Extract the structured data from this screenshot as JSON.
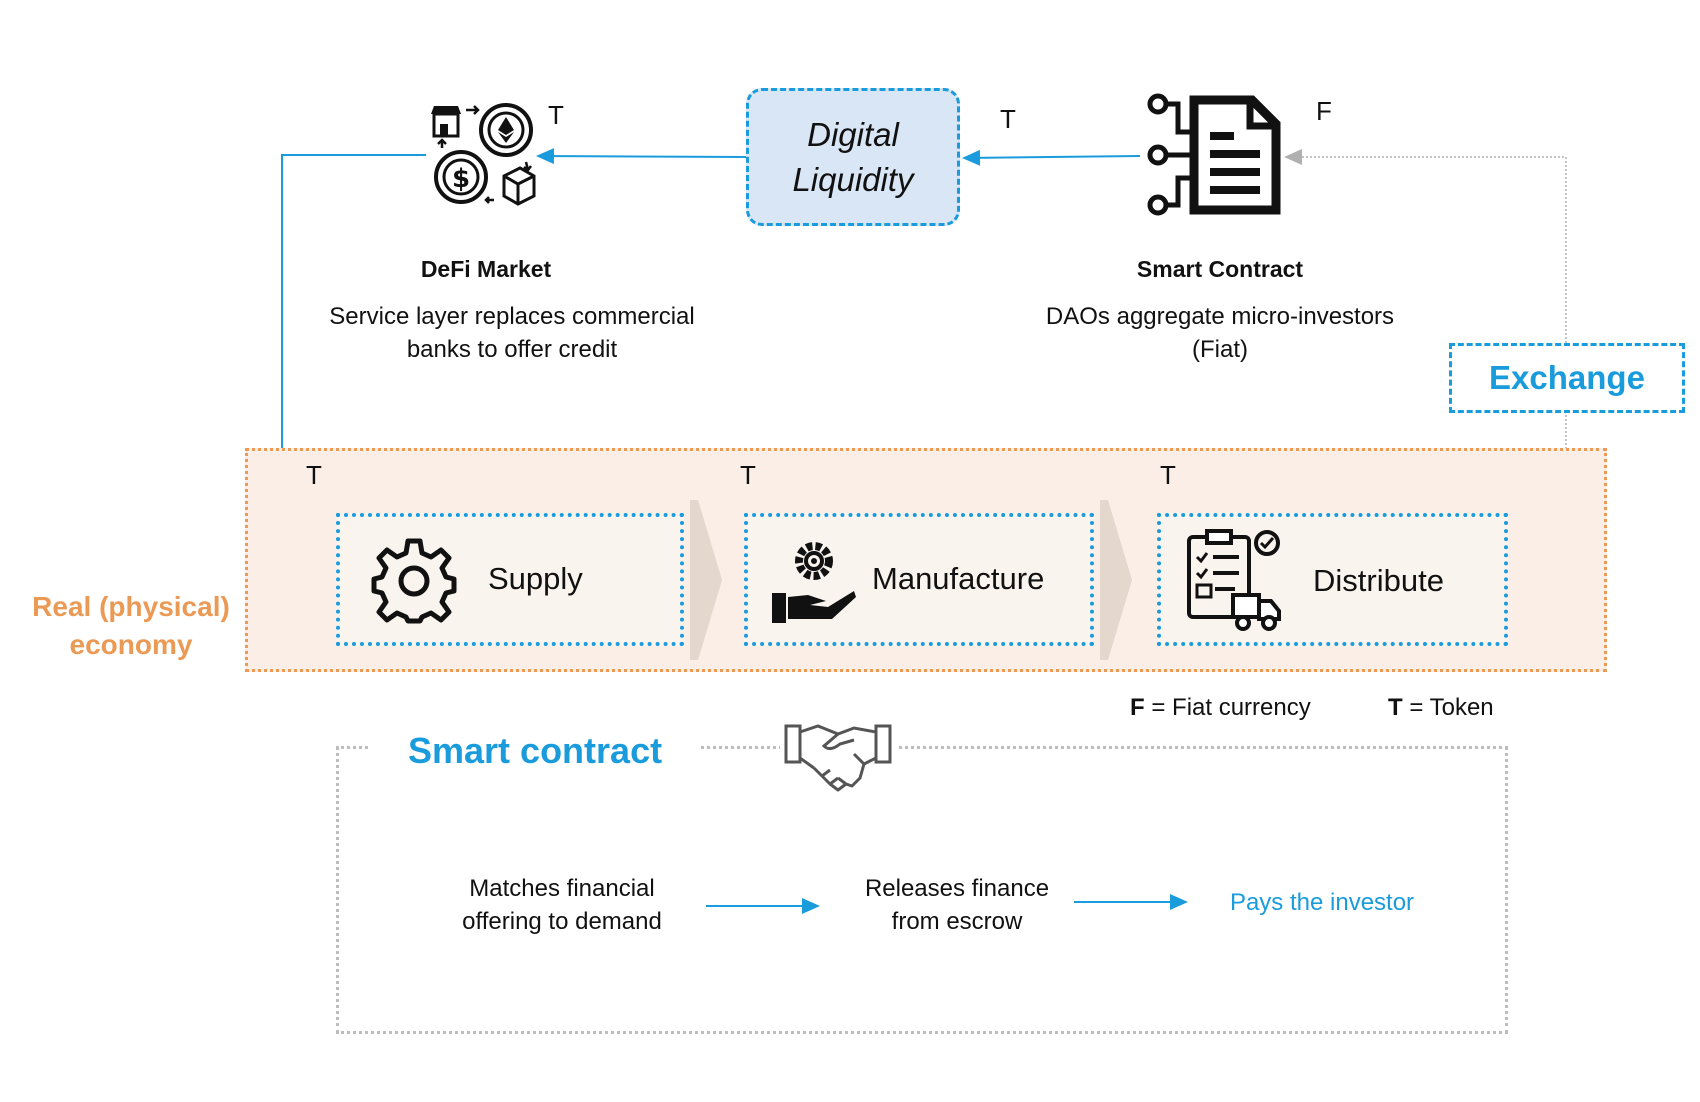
{
  "nodes": {
    "defi": {
      "title": "DeFi Market",
      "description_line1": "Service layer replaces commercial",
      "description_line2": "banks to offer credit",
      "marker": "T"
    },
    "liquidity": {
      "line1": "Digital",
      "line2": "Liquidity",
      "marker": "T"
    },
    "smart_contract": {
      "title": "Smart Contract",
      "description_line1": "DAOs aggregate micro-investors",
      "description_line2": "(Fiat)",
      "marker": "F"
    },
    "exchange": {
      "label": "Exchange"
    }
  },
  "real_economy": {
    "label_line1": "Real (physical)",
    "label_line2": "economy",
    "stages": [
      {
        "label": "Supply",
        "marker": "T",
        "icon": "gear-icon"
      },
      {
        "label": "Manufacture",
        "marker": "T",
        "icon": "hand-gear-icon"
      },
      {
        "label": "Distribute",
        "marker": "T",
        "icon": "clipboard-truck-icon"
      }
    ]
  },
  "legend": {
    "fiat_key": "F",
    "fiat_text": "= Fiat currency",
    "token_key": "T",
    "token_text": "= Token"
  },
  "smart_contract_panel": {
    "title": "Smart contract",
    "icon": "handshake-icon",
    "step1_line1": "Matches financial",
    "step1_line2": "offering to demand",
    "step2_line1": "Releases finance",
    "step2_line2": "from escrow",
    "step3": "Pays the investor"
  },
  "colors": {
    "accent_blue": "#1a9bdc",
    "orange": "#eb9a55",
    "zone_fill": "#fbeee6",
    "liquidity_fill": "#d9e6f5",
    "gray_dotted": "#bdbdbd"
  }
}
